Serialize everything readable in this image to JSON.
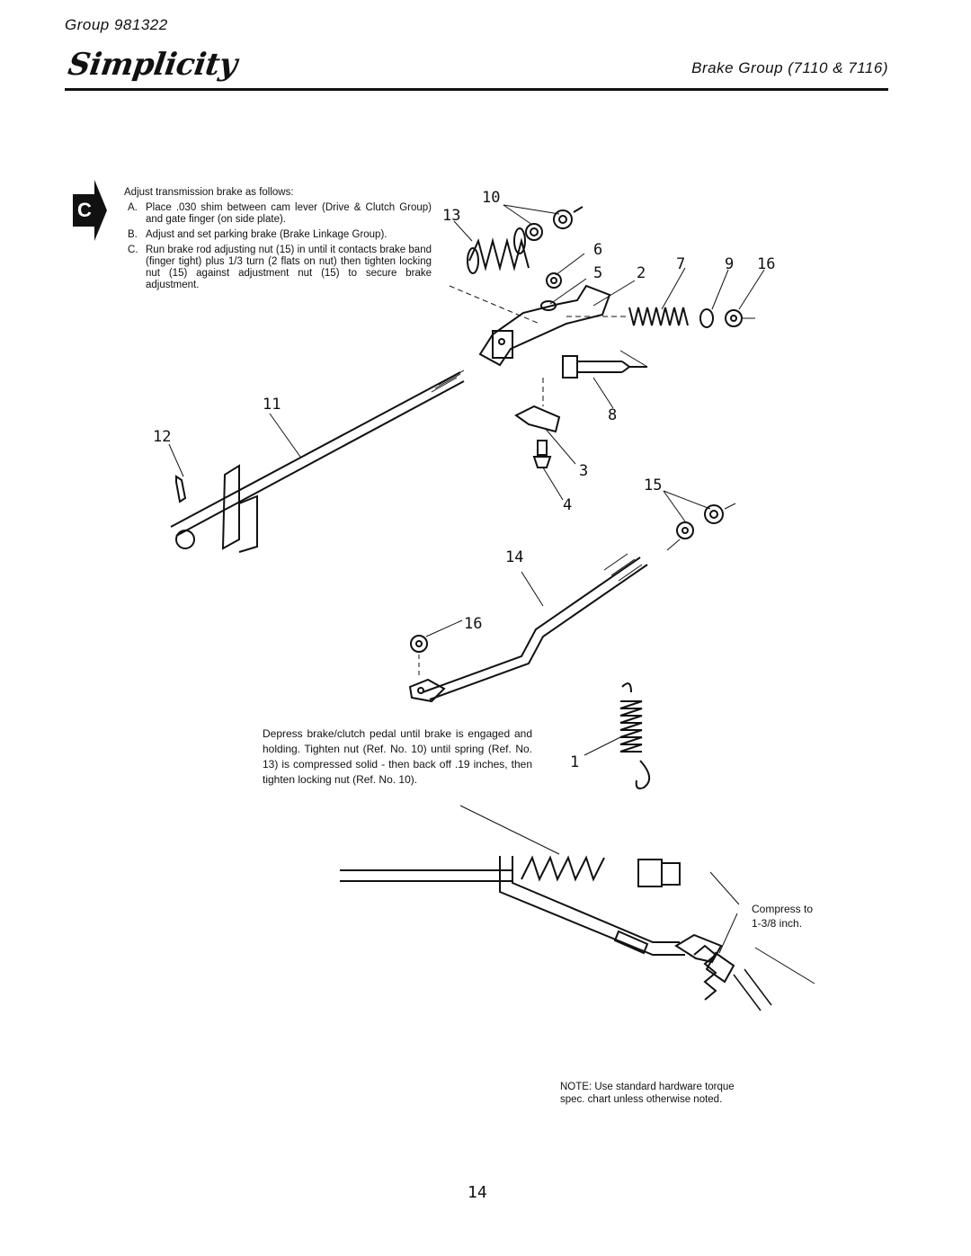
{
  "header": {
    "group_label": "Group 981322",
    "brand": "Simplicity",
    "section_title": "Brake Group (7110 & 7116)",
    "section_tab": "C"
  },
  "instructions": {
    "intro": "Adjust transmission brake as follows:",
    "steps": [
      {
        "letter": "A.",
        "text": "Place .030 shim between cam lever (Drive & Clutch Group) and gate finger (on side plate)."
      },
      {
        "letter": "B.",
        "text": "Adjust and set parking brake (Brake Linkage Group)."
      },
      {
        "letter": "C.",
        "text": "Run brake rod adjusting nut (15) in until it contacts brake band (finger tight) plus 1/3 turn (2 flats on nut) then tighten locking nut (15) against adjustment nut (15) to secure brake adjustment."
      }
    ]
  },
  "callouts": {
    "c1": "1",
    "c2": "2",
    "c3": "3",
    "c4": "4",
    "c5": "5",
    "c6": "6",
    "c7": "7",
    "c8": "8",
    "c9": "9",
    "c10": "10",
    "c11": "11",
    "c12": "12",
    "c13": "13",
    "c14": "14",
    "c15": "15",
    "c16a": "16",
    "c16b": "16"
  },
  "brake_note": "Depress brake/clutch pedal until brake is engaged and holding. Tighten nut (Ref. No. 10) until spring (Ref. No. 13) is compressed solid - then back off .19 inches, then tighten locking nut (Ref. No. 10).",
  "compress_note": {
    "line1": "Compress to",
    "line2": "1-3/8 inch."
  },
  "footer_note": "NOTE: Use standard hardware torque spec. chart unless otherwise noted.",
  "page_number": "14"
}
